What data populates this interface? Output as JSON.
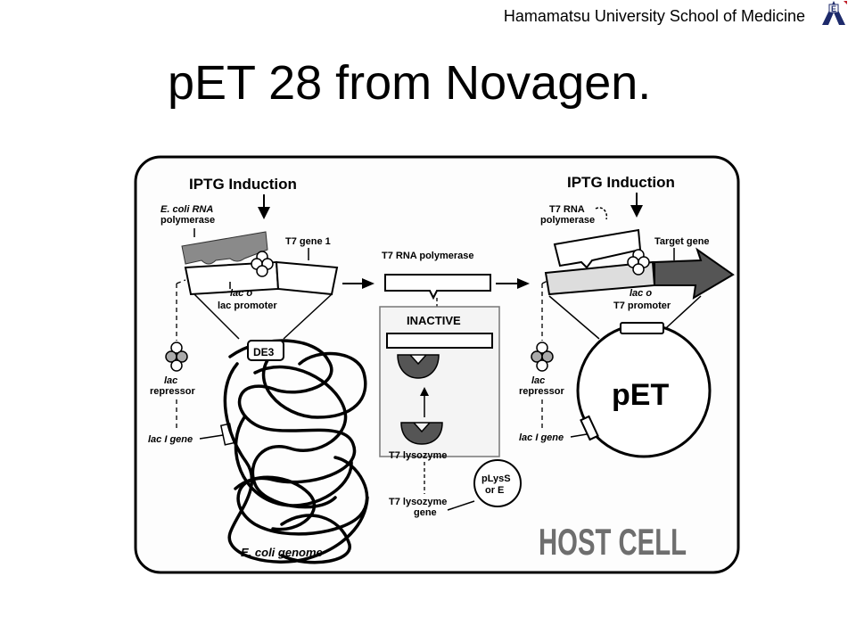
{
  "header": {
    "institution": "Hamamatsu University School of Medicine",
    "logo_text": "E"
  },
  "slide": {
    "title": "pET 28 from Novagen."
  },
  "diagram": {
    "iptg_left": "IPTG Induction",
    "iptg_right": "IPTG Induction",
    "ecoli_rna_line1": "E. coli RNA",
    "ecoli_rna_line2": "polymerase",
    "t7_gene1": "T7 gene 1",
    "lac_o_left": "lac o",
    "lac_promoter": "lac promoter",
    "t7_rna_polymerase": "T7 RNA polymerase",
    "inactive": "INACTIVE",
    "t7_lysozyme": "T7 lysozyme",
    "t7_lysozyme_gene_line1": "T7 lysozyme",
    "t7_lysozyme_gene_line2": "gene",
    "plyss_line1": "pLysS",
    "plyss_line2": "or E",
    "de3": "DE3",
    "lac_repressor_left_line1": "lac",
    "lac_repressor_left_line2": "repressor",
    "laci_gene_left": "lac I gene",
    "ecoli_genome": "E. coli genome",
    "t7_rna_right_line1": "T7 RNA",
    "t7_rna_right_line2": "polymerase",
    "target_gene": "Target gene",
    "lac_o_right": "lac o",
    "t7_promoter": "T7 promoter",
    "lac_repressor_right_line1": "lac",
    "lac_repressor_right_line2": "repressor",
    "laci_gene_right": "lac I gene",
    "pet": "pET",
    "host_cell": "HOST CELL"
  },
  "colors": {
    "ink": "#000000",
    "gray_fill": "#8a8a8a",
    "dark_fill": "#555555",
    "host_cell_fill": "#6e6e6e"
  }
}
